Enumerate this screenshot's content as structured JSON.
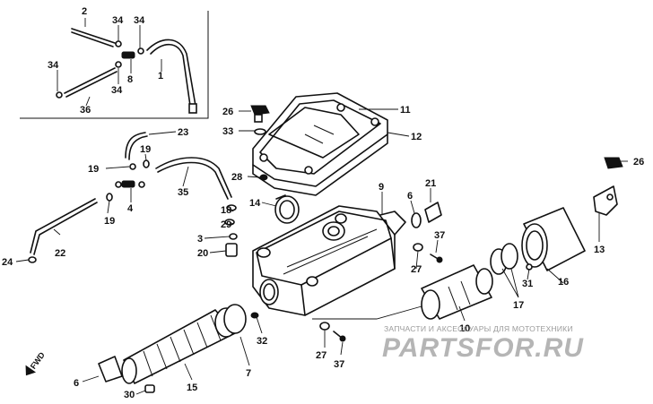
{
  "callouts": {
    "c2": "2",
    "c34a": "34",
    "c34b": "34",
    "c34c": "34",
    "c34d": "34",
    "c8": "8",
    "c1": "1",
    "c36": "36",
    "c26a": "26",
    "c33": "33",
    "c11": "11",
    "c12": "12",
    "c23": "23",
    "c19a": "19",
    "c19b": "19",
    "c19c": "19",
    "c4": "4",
    "c35": "35",
    "c28": "28",
    "c14": "14",
    "c9": "9",
    "c6a": "6",
    "c21": "21",
    "c18": "18",
    "c29": "29",
    "c3": "3",
    "c20": "20",
    "c22": "22",
    "c24": "24",
    "c37a": "37",
    "c27a": "27",
    "c26b": "26",
    "c13": "13",
    "c16": "16",
    "c31": "31",
    "c17": "17",
    "c10": "10",
    "c32": "32",
    "c7": "7",
    "c27b": "27",
    "c37b": "37",
    "c6b": "6",
    "c30": "30",
    "c15": "15"
  },
  "fwd_label": "FWD",
  "watermark": {
    "caption": "ЗАПЧАСТИ И АКСЕССУАРЫ ДЛЯ МОТОТЕХНИКИ",
    "logo": "PARTSFOR.RU"
  }
}
